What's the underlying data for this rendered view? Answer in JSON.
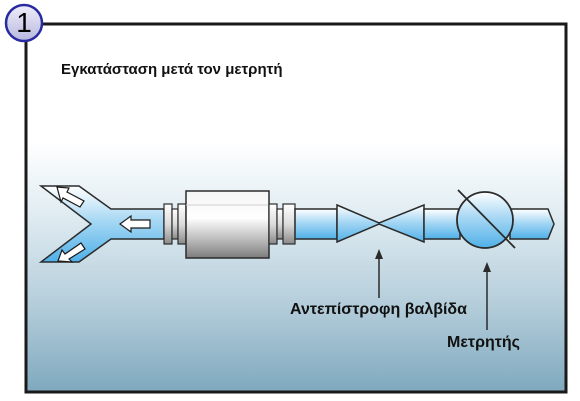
{
  "step_number": "1",
  "title": "Εγκατάσταση μετά τον μετρητή",
  "labels": {
    "check_valve": "Αντεπίστροφη βαλβίδα",
    "meter": "Μετρητής"
  },
  "colors": {
    "frame_border": "#1a1a1a",
    "background_top": "#ffffff",
    "background_bottom": "#7fa9be",
    "water": "#a8d8f4",
    "step_badge_border": "#2a2aa0",
    "step_badge_fill": "#c8c8e8"
  },
  "flow_direction": "right-to-left",
  "components": [
    "y-branch",
    "filter-housing",
    "check-valve",
    "meter"
  ]
}
